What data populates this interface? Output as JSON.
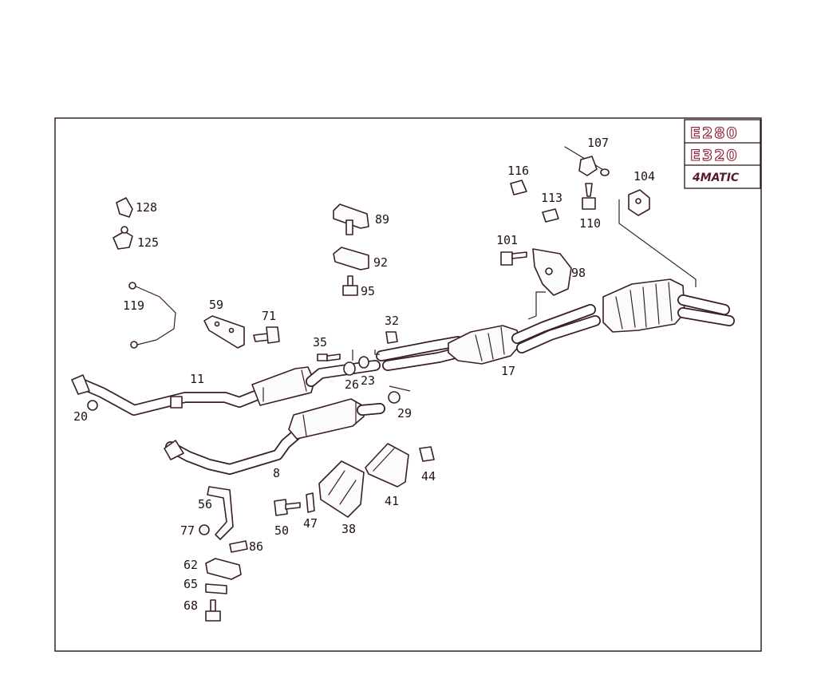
{
  "badges": [
    "E280",
    "E320",
    "4MATIC"
  ],
  "labels": {
    "p128": "128",
    "p125": "125",
    "p119": "119",
    "p59": "59",
    "p71": "71",
    "p89": "89",
    "p92": "92",
    "p95": "95",
    "p35": "35",
    "p26": "26",
    "p23": "23",
    "p32": "32",
    "p29": "29",
    "p11": "11",
    "p20": "20",
    "p8": "8",
    "p17": "17",
    "p116": "116",
    "p107": "107",
    "p104": "104",
    "p113": "113",
    "p110": "110",
    "p101": "101",
    "p98": "98",
    "p56": "56",
    "p77": "77",
    "p86": "86",
    "p62": "62",
    "p65": "65",
    "p68": "68",
    "p50": "50",
    "p47": "47",
    "p38": "38",
    "p41": "41",
    "p44": "44"
  },
  "colors": {
    "line": "#3a1f24",
    "badge_accent": "#8a1e32"
  }
}
